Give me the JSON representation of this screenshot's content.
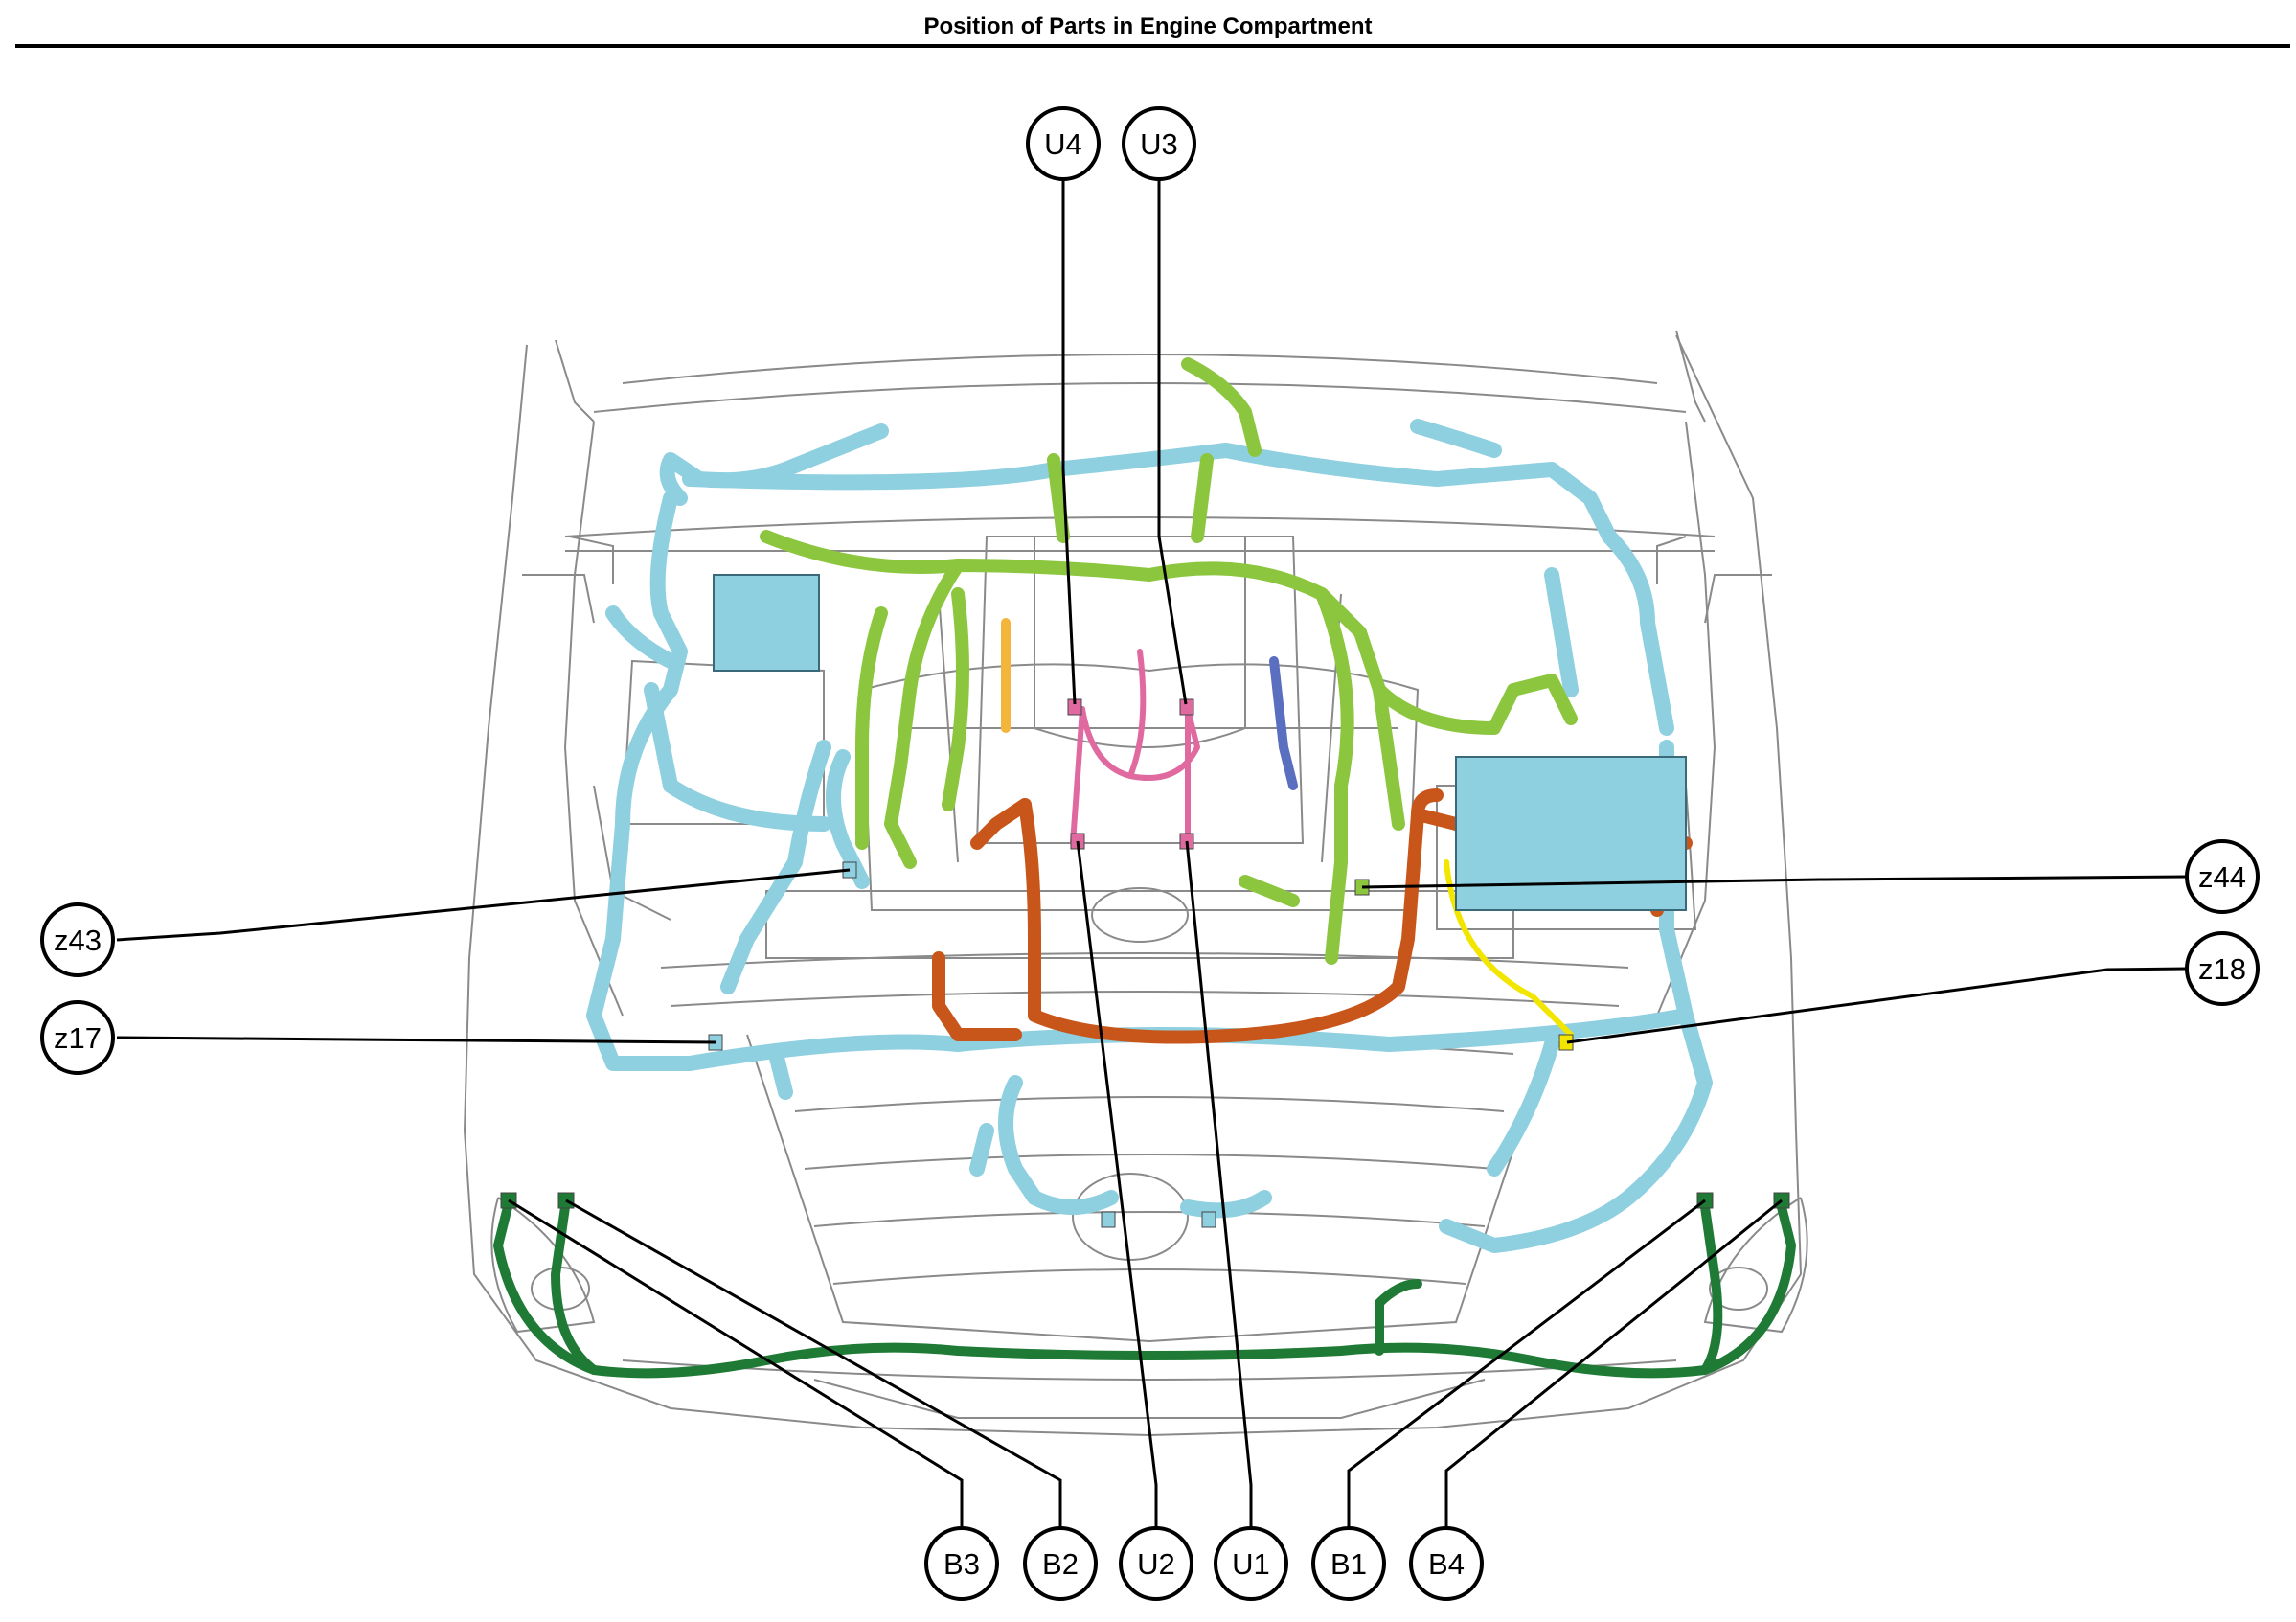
{
  "title": "Position of Parts in Engine Compartment",
  "colors": {
    "harness_blue": "#8ecfe0",
    "harness_lime": "#8cc63f",
    "harness_orange": "#c8561a",
    "harness_pink": "#e06aa0",
    "harness_darkgreen": "#1e7a35",
    "harness_yellow": "#f2e600",
    "harness_purple": "#5a6fbf",
    "outline": "#000000"
  },
  "callouts": [
    {
      "id": "U4",
      "label": "U4"
    },
    {
      "id": "U3",
      "label": "U3"
    },
    {
      "id": "z44",
      "label": "z44"
    },
    {
      "id": "z43",
      "label": "z43"
    },
    {
      "id": "z18",
      "label": "z18"
    },
    {
      "id": "z17",
      "label": "z17"
    },
    {
      "id": "B3",
      "label": "B3"
    },
    {
      "id": "B2",
      "label": "B2"
    },
    {
      "id": "U2",
      "label": "U2"
    },
    {
      "id": "U1",
      "label": "U1"
    },
    {
      "id": "B1",
      "label": "B1"
    },
    {
      "id": "B4",
      "label": "B4"
    }
  ]
}
